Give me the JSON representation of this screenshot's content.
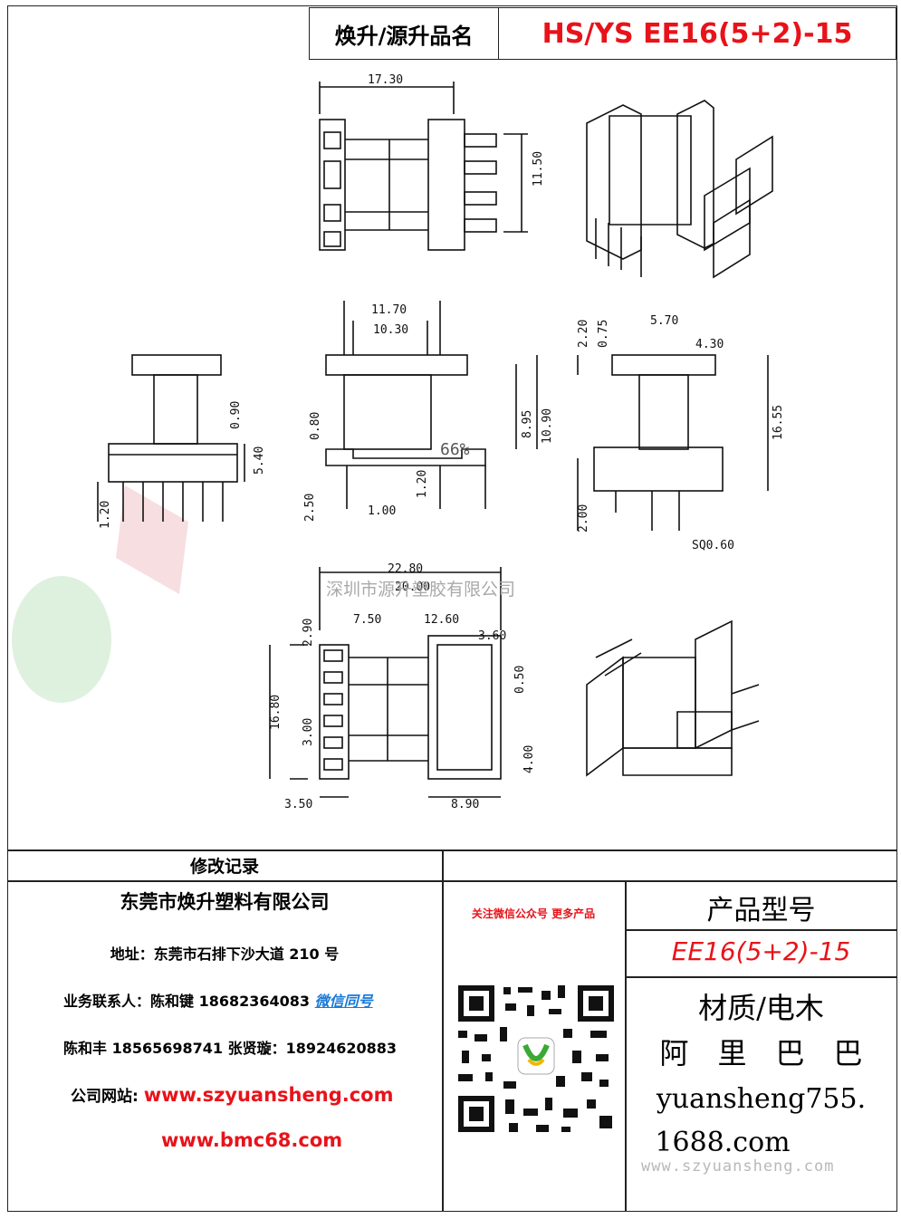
{
  "header": {
    "name_label": "焕升/源升品名",
    "model": "HS/YS EE16(5+2)-15"
  },
  "drawing": {
    "dims": {
      "a": "17.30",
      "b": "11.50",
      "c": "11.70",
      "d": "10.30",
      "i": "5.70",
      "j": "4.30",
      "k": "16.55",
      "e": "0.90",
      "f": "5.40",
      "g": "8.95",
      "h": "10.90",
      "v220": "2.20",
      "v075": "0.75",
      "v080": "0.80",
      "v120a": "1.20",
      "v120b": "1.20",
      "v250": "2.50",
      "v100": "1.00",
      "pct": "66%",
      "v200": "2.00",
      "sq": "SQ0.60",
      "m": "22.80",
      "n": "20.00",
      "v750": "7.50",
      "v1260": "12.60",
      "v360": "3.60",
      "v290": "2.90",
      "v1680": "16.80",
      "v300": "3.00",
      "v050": "0.50",
      "v400": "4.00",
      "v350": "3.50",
      "v890": "8.90"
    },
    "watermark": "深圳市源升塑胶有限公司"
  },
  "bottom": {
    "revision_title": "修改记录",
    "company": "东莞市焕升塑料有限公司",
    "address": "地址：东莞市石排下沙大道 210 号",
    "contact1_prefix": "业务联系人：陈和键 18682364083 ",
    "contact1_wechat": "微信同号",
    "contact2": "陈和丰 18565698741 张贤璇：18924620883",
    "website_label": "公司网站:",
    "website1": "www.szyuansheng.com",
    "website2": "www.bmc68.com",
    "follow_text": "关注微信公众号 更多产品",
    "product_type_label": "产品型号",
    "product_model": "EE16(5+2)-15",
    "material": "材质/电木",
    "alibaba": "阿　里　巴　巴",
    "shop1": "yuansheng755.",
    "shop2": "1688.com",
    "footer_url": "www.szyuansheng.com"
  },
  "colors": {
    "accent_red": "#e8131a",
    "wechat_blue": "#1a7ad8",
    "qr_green": "#3aa935"
  }
}
